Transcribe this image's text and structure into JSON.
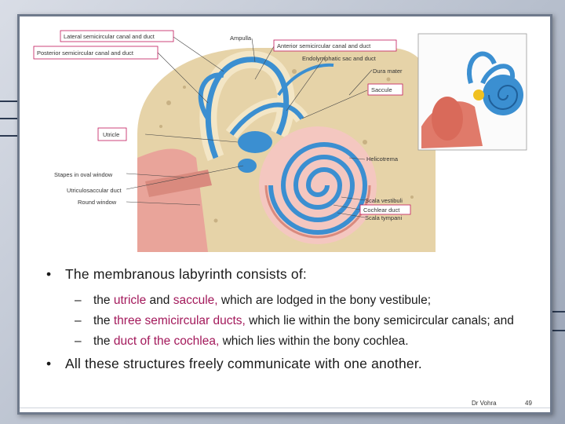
{
  "figure": {
    "labels": {
      "lateral": "Lateral semicircular canal and duct",
      "posterior": "Posterior semicircular canal and duct",
      "ampulla": "Ampulla",
      "anterior": "Anterior semicircular canal and duct",
      "endolymphatic": "Endolymphatic sac and duct",
      "dura": "Dura mater",
      "saccule": "Saccule",
      "utricle": "Utricle",
      "helicotrema": "Helicotrema",
      "stapes": "Stapes in oval window",
      "utriculosaccular": "Utriculosaccular duct",
      "round": "Round window",
      "vestibuli": "Scala vestibuli",
      "cochlear": "Cochlear duct",
      "tympani": "Scala tympani"
    }
  },
  "bullets": {
    "b1": "The membranous labyrinth consists of:",
    "s1": {
      "pre": "the ",
      "hl1": "utricle",
      "mid": " and ",
      "hl2": "saccule,",
      "post": " which are lodged in the bony vestibule;"
    },
    "s2": {
      "pre": "the ",
      "hl": "three semicircular ducts,",
      "post": " which lie within the bony semicircular canals; and"
    },
    "s3": {
      "pre": "the ",
      "hl": "duct of the cochlea,",
      "post": " which lies within the bony cochlea."
    },
    "b2": "All these structures freely communicate with one another."
  },
  "footer": {
    "author": "Dr Vohra",
    "page": "49"
  },
  "colors": {
    "highlight": "#a3195b",
    "membranous": "#3b8fd1",
    "bone": "#e6d3a8",
    "tissue": "#e9a49a"
  }
}
